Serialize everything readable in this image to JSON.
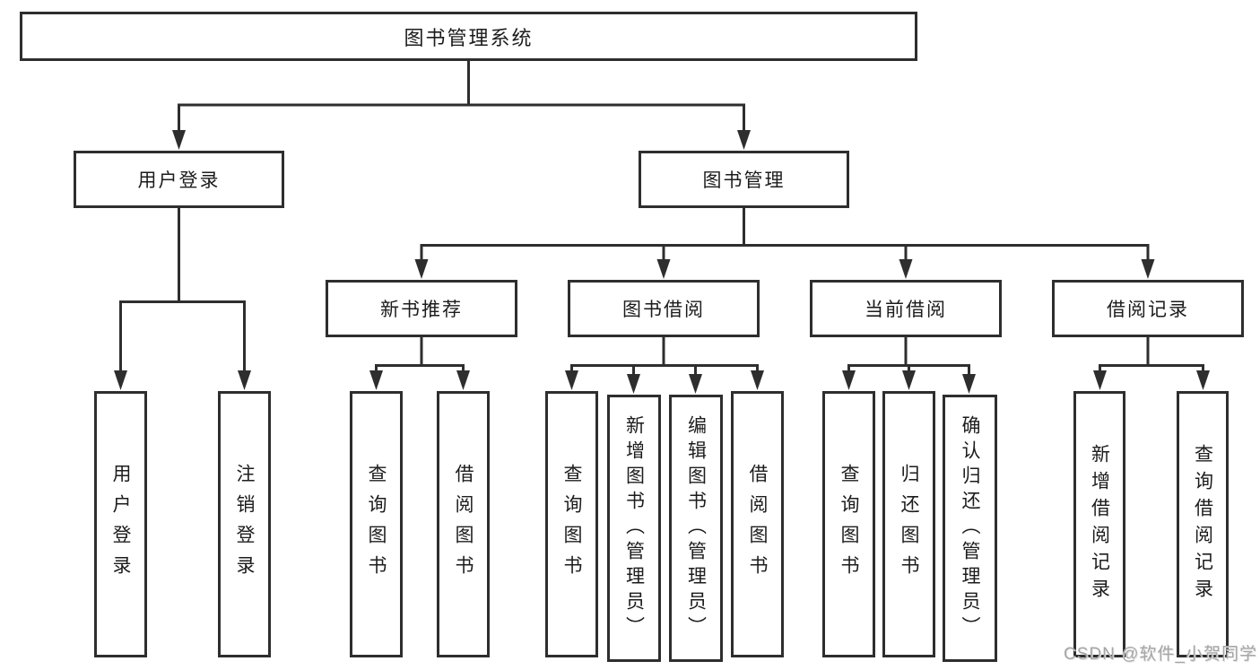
{
  "diagram": {
    "root": {
      "label": "图书管理系统"
    },
    "branches": [
      {
        "label": "用户登录",
        "children": [
          {
            "label": "用户登录"
          },
          {
            "label": "注销登录"
          }
        ]
      },
      {
        "label": "图书管理",
        "children": [
          {
            "label": "新书推荐",
            "children": [
              {
                "label": "查询图书"
              },
              {
                "label": "借阅图书"
              }
            ]
          },
          {
            "label": "图书借阅",
            "children": [
              {
                "label": "查询图书"
              },
              {
                "label": "新增图书（管理员）"
              },
              {
                "label": "编辑图书（管理员）"
              },
              {
                "label": "借阅图书"
              }
            ]
          },
          {
            "label": "当前借阅",
            "children": [
              {
                "label": "查询图书"
              },
              {
                "label": "归还图书"
              },
              {
                "label": "确认归还（管理员）"
              }
            ]
          },
          {
            "label": "借阅记录",
            "children": [
              {
                "label": "新增借阅记录"
              },
              {
                "label": "查询借阅记录"
              }
            ]
          }
        ]
      }
    ]
  },
  "watermark": {
    "text": "CSDN @软件_小贺同学"
  },
  "colors": {
    "line": "#2e2e2e",
    "text": "#1c1c1c",
    "background": "#ffffff",
    "watermark": "#a6a6a6"
  }
}
